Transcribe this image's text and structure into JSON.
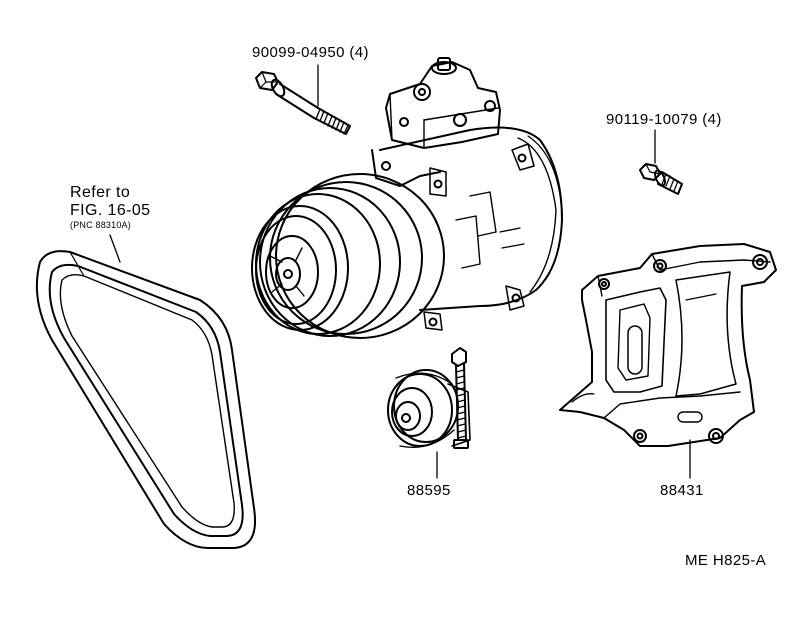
{
  "labels": {
    "bolt_long": "90099-04950 (4)",
    "bolt_short": "90119-10079 (4)",
    "refer_line1": "Refer to",
    "refer_line2": "FIG. 16-05",
    "refer_line3": "(PNC 88310A)",
    "idler": "88595",
    "bracket": "88431",
    "figure_code": "ME H825-A"
  },
  "colors": {
    "ink": "#000000",
    "paper": "#ffffff"
  },
  "parts": [
    {
      "id": "v-belt",
      "icon": "belt-loop"
    },
    {
      "id": "compressor",
      "icon": "ac-compressor"
    },
    {
      "id": "bolt-90099-04950",
      "icon": "long-bolt"
    },
    {
      "id": "bolt-90119-10079",
      "icon": "short-bolt"
    },
    {
      "id": "idler-pulley-88595",
      "icon": "idler-pulley"
    },
    {
      "id": "bracket-88431",
      "icon": "mounting-bracket"
    }
  ]
}
